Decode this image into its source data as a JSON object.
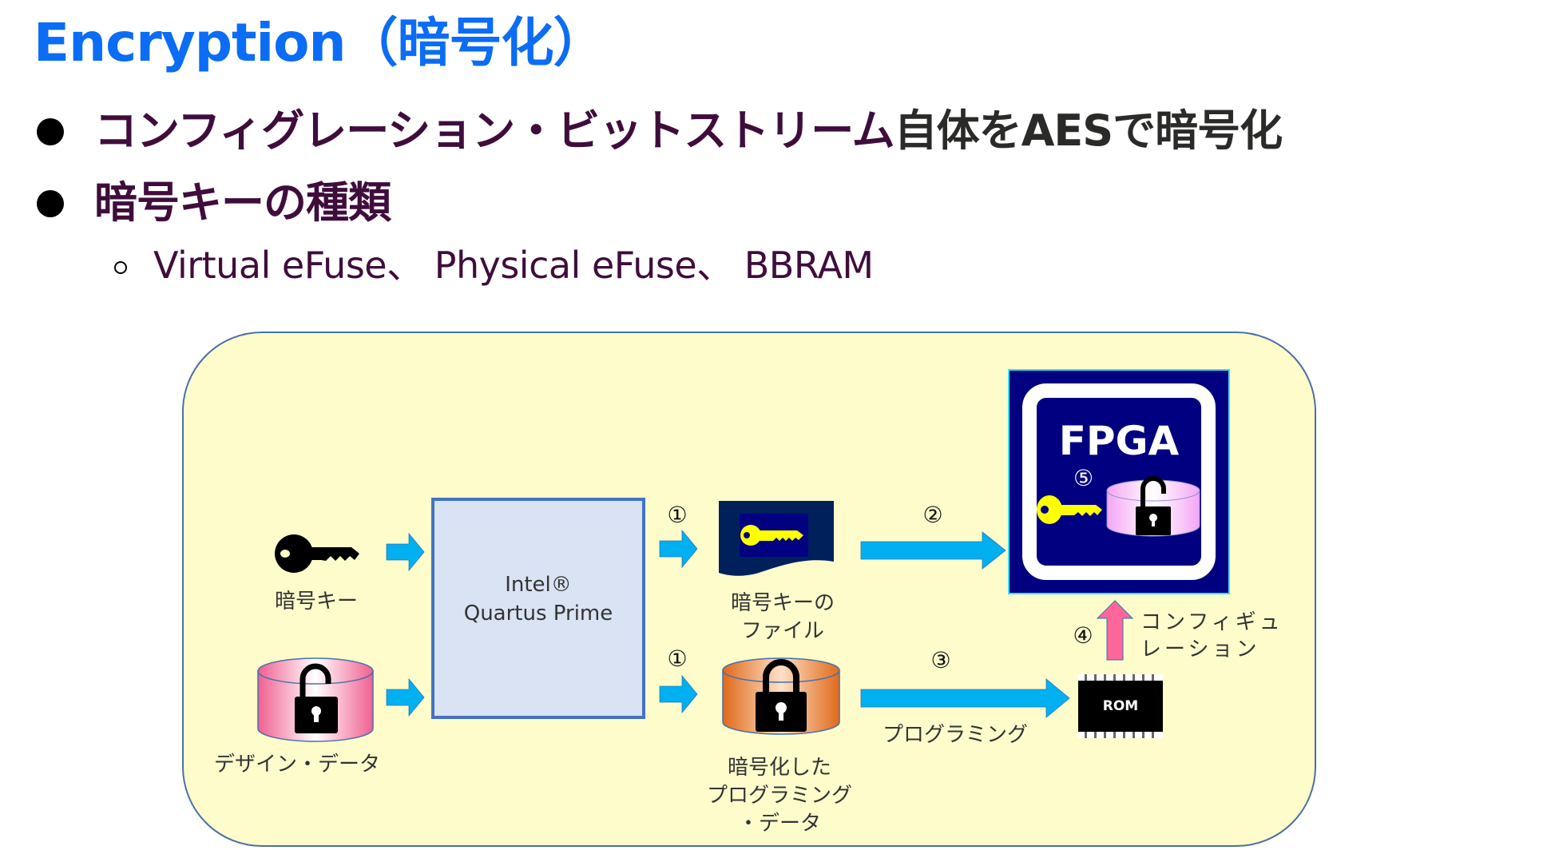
{
  "slide": {
    "title": "Encryption（暗号化）",
    "bullets": [
      {
        "parts": [
          {
            "text": "コンフィグレーション・ビットストリーム",
            "color": "#3f0d3c"
          },
          {
            "text": "自体をAESで暗号化",
            "color": "#2a2b28"
          }
        ]
      },
      {
        "parts": [
          {
            "text": "暗号キーの種類",
            "color": "#3f0d3c"
          }
        ],
        "sub_bullets": [
          "Virtual eFuse、 Physical eFuse、 BBRAM"
        ]
      }
    ]
  },
  "diagram": {
    "inputs": {
      "key_label": "暗号キー",
      "key_icon": "key-icon",
      "design_data_label": "デザイン・データ",
      "design_data_icon": "unlocked-database-icon"
    },
    "tool": {
      "line1": "Intel®",
      "line2": "Quartus Prime"
    },
    "outputs": {
      "key_file_label_line1": "暗号キーの",
      "key_file_label_line2": "ファイル",
      "key_file_icon": "key-document-icon",
      "encrypted_data_label_line1": "暗号化した",
      "encrypted_data_label_line2": "プログラミング",
      "encrypted_data_label_line3": "・データ",
      "encrypted_data_icon": "locked-database-icon"
    },
    "steps": {
      "step1_top": "①",
      "step1_bottom": "①",
      "step2": "②",
      "step3": "③",
      "step4": "④",
      "step5": "⑤"
    },
    "programming_label": "プログラミング",
    "configuration_label_line1": "コンフィギュ",
    "configuration_label_line2": "レーション",
    "rom_label": "ROM",
    "fpga_label": "FPGA",
    "colors": {
      "title_blue": "#0b6cf5",
      "bullet_purple": "#3f0d3c",
      "panel_fill": "#fffccc",
      "panel_border": "#4a6fa5",
      "flow_arrow": "#00b0f0",
      "config_arrow": "#ff6699",
      "fpga_navy": "#000080",
      "key_yellow": "#ffff00"
    }
  }
}
